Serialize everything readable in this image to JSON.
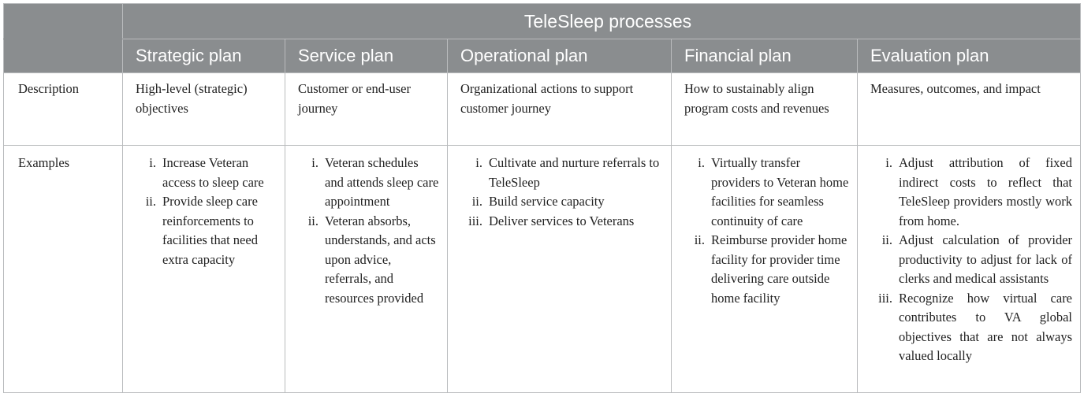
{
  "table": {
    "group_header": "TeleSleep processes",
    "columns": [
      "Strategic plan",
      "Service plan",
      "Operational plan",
      "Financial plan",
      "Evaluation plan"
    ],
    "rows": [
      {
        "label": "Description",
        "cells": [
          "High-level (strategic) objectives",
          "Customer or end-user journey",
          "Organizational actions to support customer journey",
          "How to sustainably align program costs and revenues",
          "Measures, outcomes, and impact"
        ]
      },
      {
        "label": "Examples",
        "cells": [
          [
            {
              "n": "i.",
              "t": "Increase Veteran access to sleep care"
            },
            {
              "n": "ii.",
              "t": "Provide sleep care reinforcements to facilities that need extra capacity"
            }
          ],
          [
            {
              "n": "i.",
              "t": "Veteran schedules and attends sleep care appointment"
            },
            {
              "n": "ii.",
              "t": "Veteran absorbs, understands, and acts upon advice, referrals, and resources provided"
            }
          ],
          [
            {
              "n": "i.",
              "t": "Cultivate and nurture referrals to TeleSleep"
            },
            {
              "n": "ii.",
              "t": "Build service capacity"
            },
            {
              "n": "iii.",
              "t": "Deliver services to Veterans"
            }
          ],
          [
            {
              "n": "i.",
              "t": "Virtually transfer providers to Veteran home facilities for seamless continuity of care"
            },
            {
              "n": "ii.",
              "t": "Reimburse provider home facility for provider time delivering care outside home facility"
            }
          ],
          [
            {
              "n": "i.",
              "t": "Adjust attribution of fixed indirect costs to reflect that TeleSleep providers mostly work from home."
            },
            {
              "n": "ii.",
              "t": "Adjust calculation of provider productivity to adjust for lack of clerks and medical assistants"
            },
            {
              "n": "iii.",
              "t": "Recognize how virtual care contributes to VA global objectives that are not always valued locally"
            }
          ]
        ]
      }
    ]
  }
}
